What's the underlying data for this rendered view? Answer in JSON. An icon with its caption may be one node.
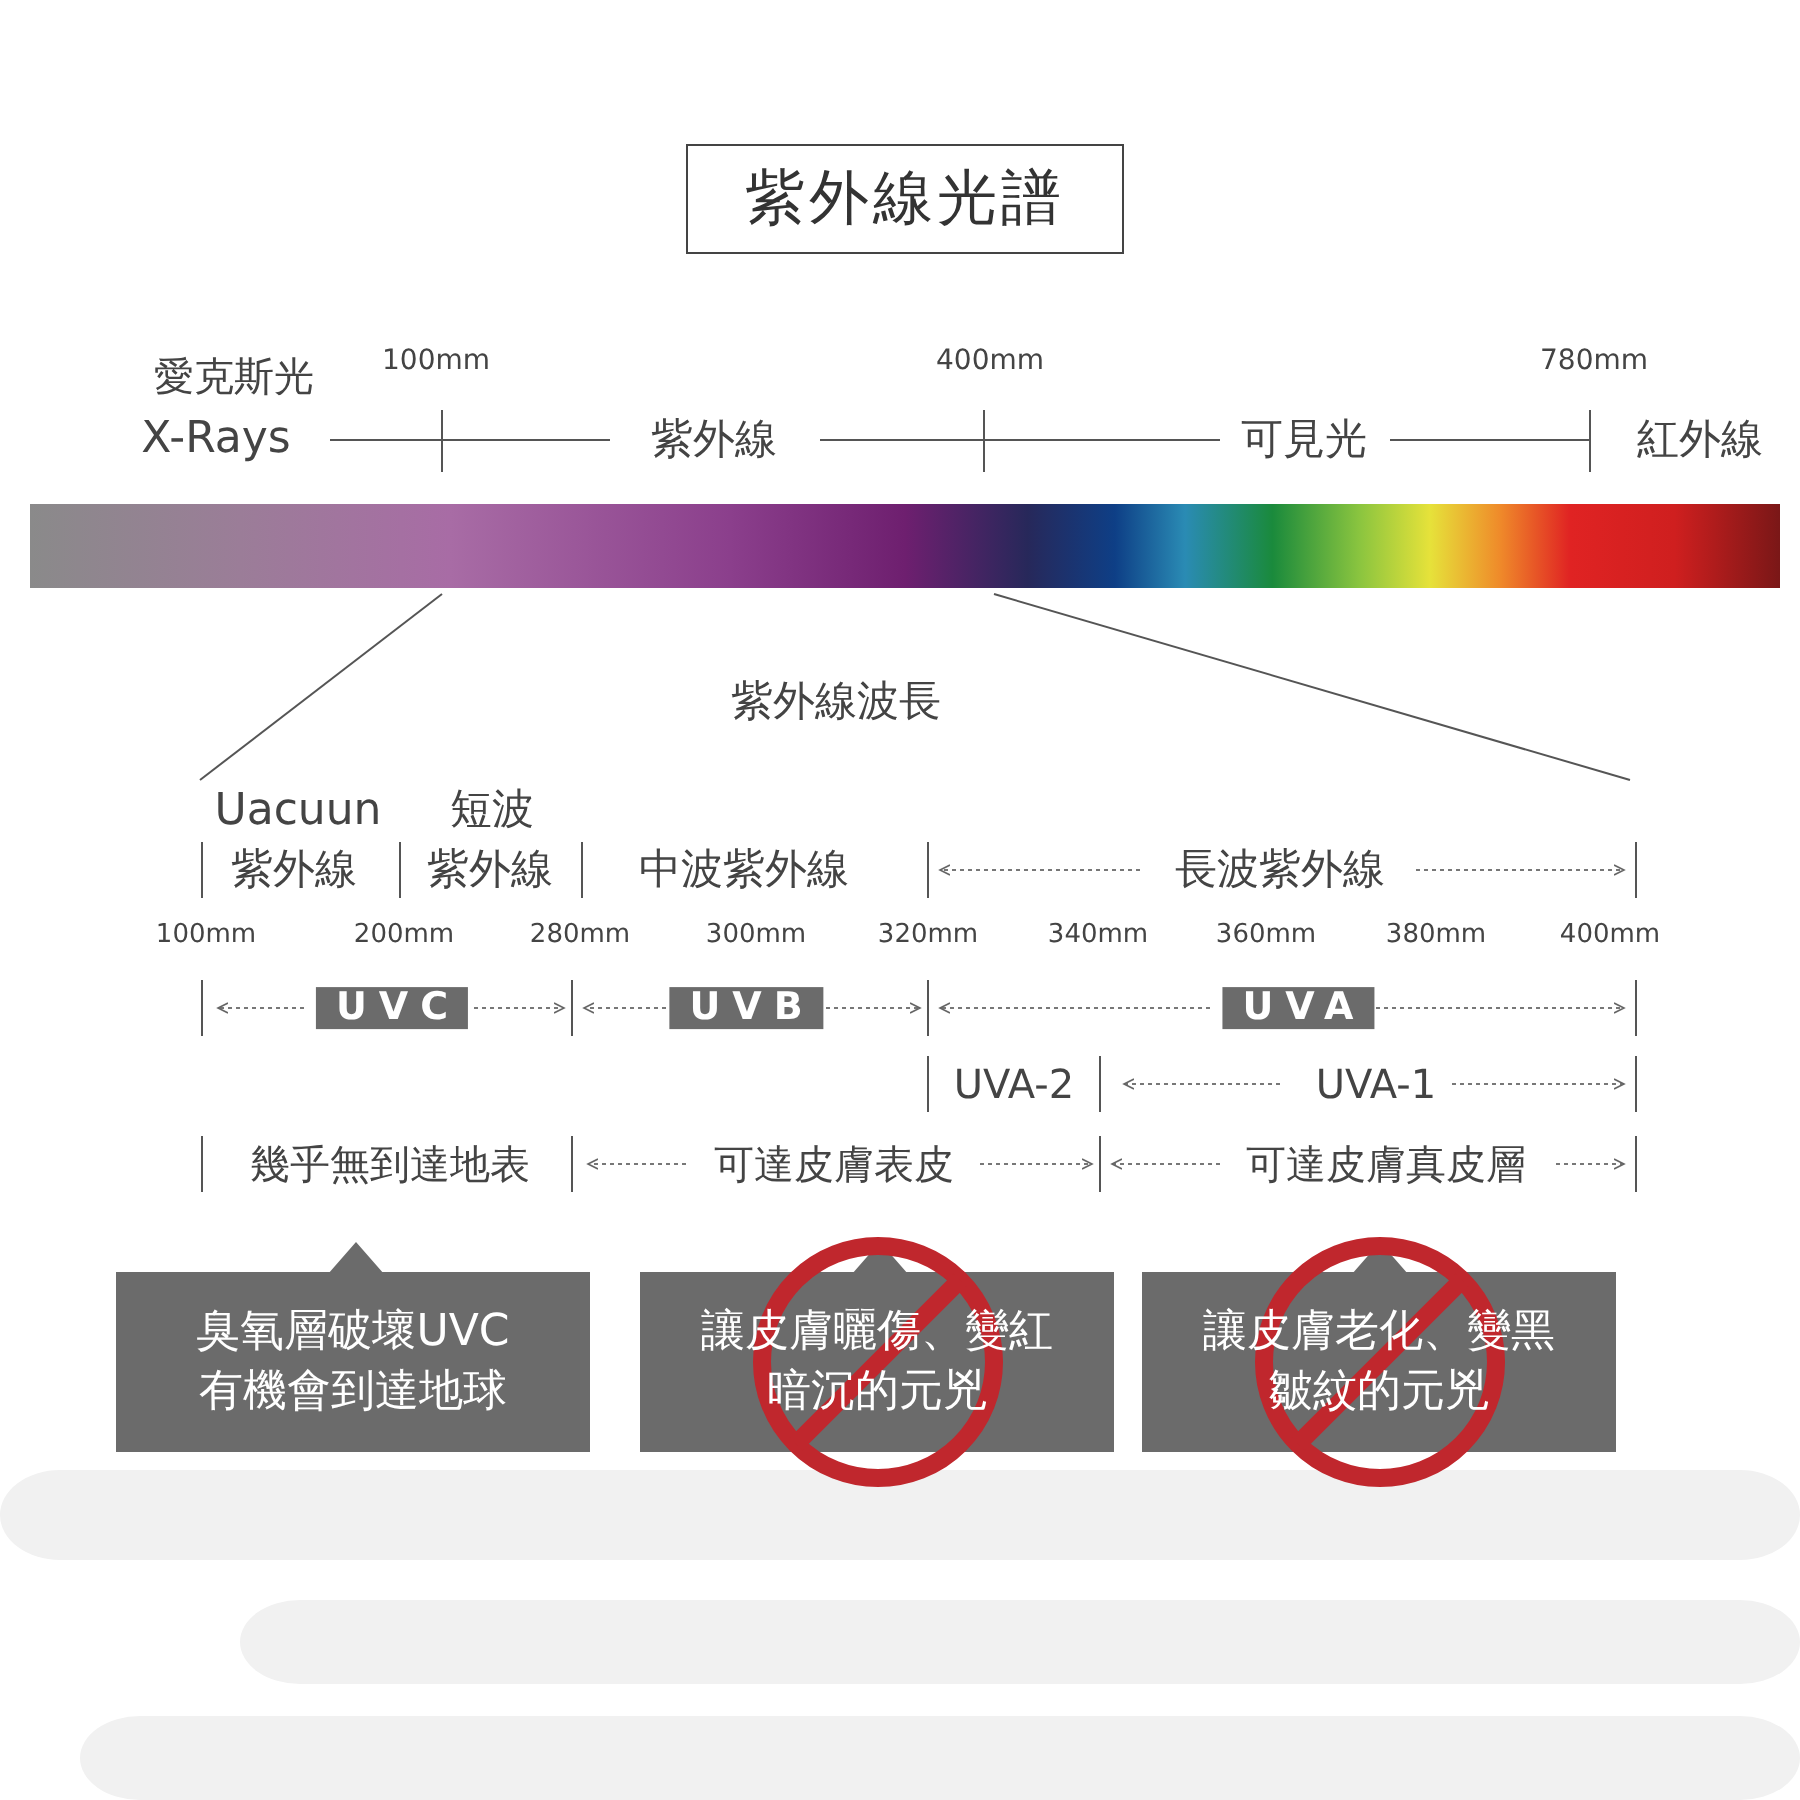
{
  "diagram": {
    "title": "紫外線光譜",
    "nodes": [
      {
        "text": [
          "臭氧層破壞UVC有機會到達地球"
        ]
      },
      {
        "text": [
          "讓皮膚曬傷、變紅暗沉的元兇"
        ]
      },
      {
        "text": [
          "讓皮膚老化、變黑皺紋的元兇"
        ]
      }
    ],
    "labels": [
      "愛克斯光",
      "100mm",
      "400mm",
      "780mm",
      "X-Rays",
      "紫外線",
      "可見光",
      "紅外線",
      "紫外線波長",
      "Uacuun",
      "短波",
      "紫外線",
      "紫外線",
      "中波紫外線",
      "長波紫外線",
      "100mm",
      "200mm",
      "280mm",
      "300mm",
      "320mm",
      "340mm",
      "360mm",
      "380mm",
      "400mm",
      "UVC",
      "UVB",
      "UVA",
      "UVA-2",
      "UVA-1",
      "幾乎無到達地表",
      "可達皮膚表皮",
      "可達皮膚真皮層"
    ]
  }
}
